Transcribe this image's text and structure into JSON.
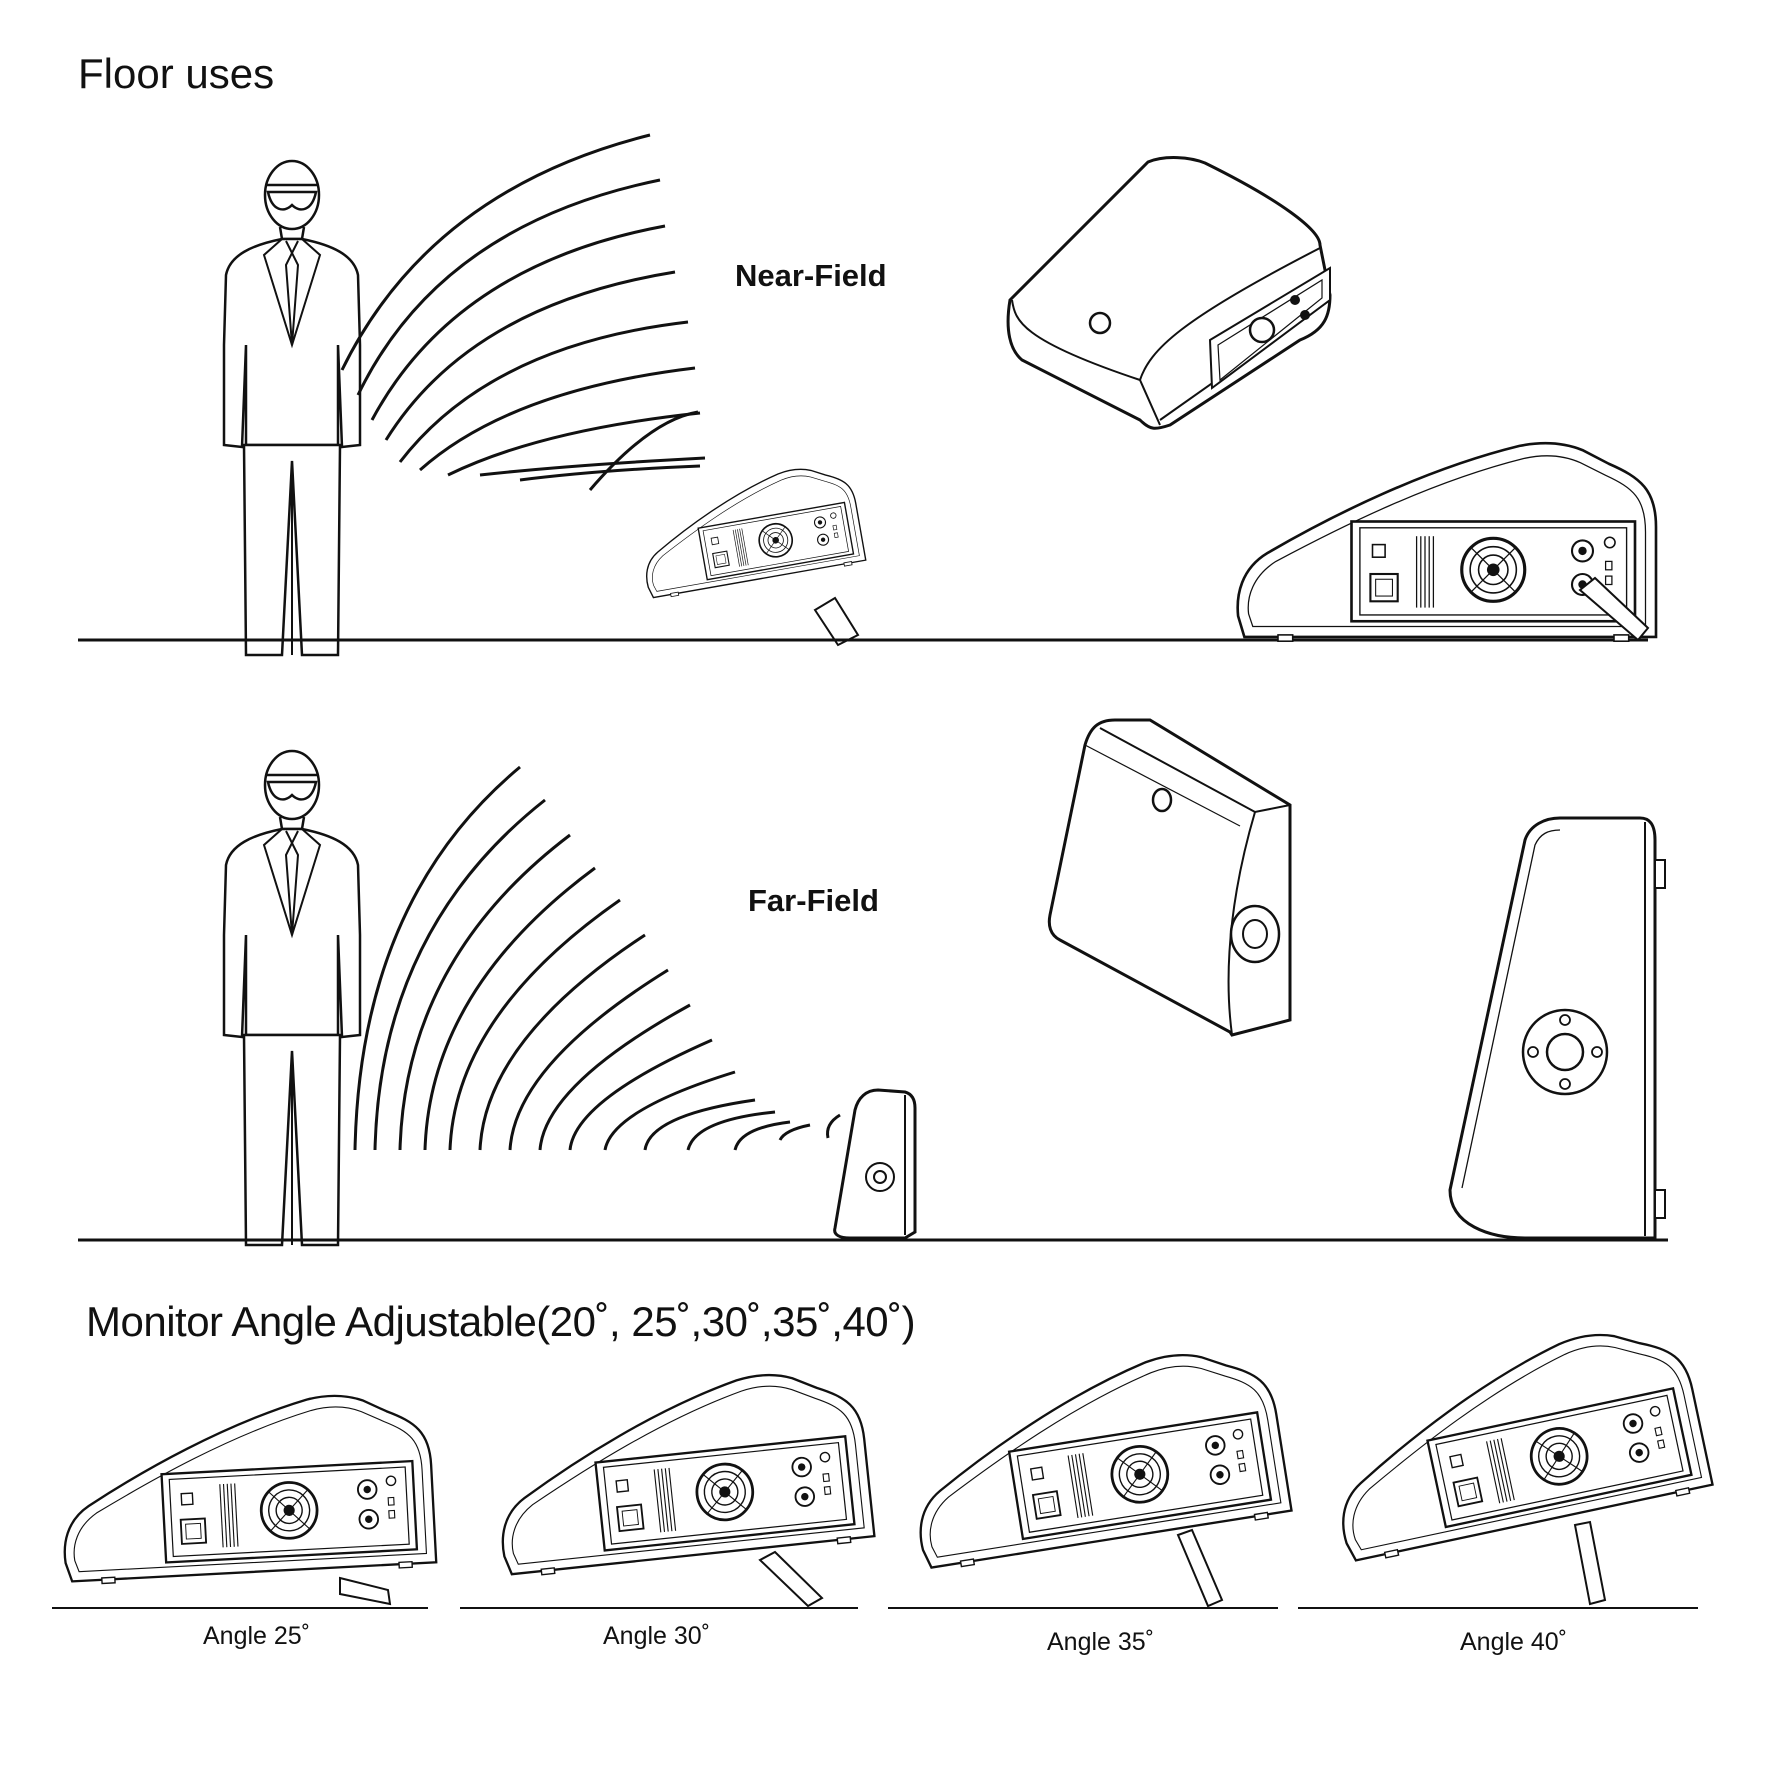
{
  "floor_title": "Floor uses",
  "near_field_label": "Near-Field",
  "far_field_label": "Far-Field",
  "angle_title": "Monitor Angle Adjustable(20˚, 25˚,30˚,35˚,40˚)",
  "angle_captions": [
    "Angle  25˚",
    "Angle  30˚",
    "Angle  35˚",
    "Angle  40˚"
  ],
  "colors": {
    "line": "#111111",
    "background": "#ffffff"
  }
}
